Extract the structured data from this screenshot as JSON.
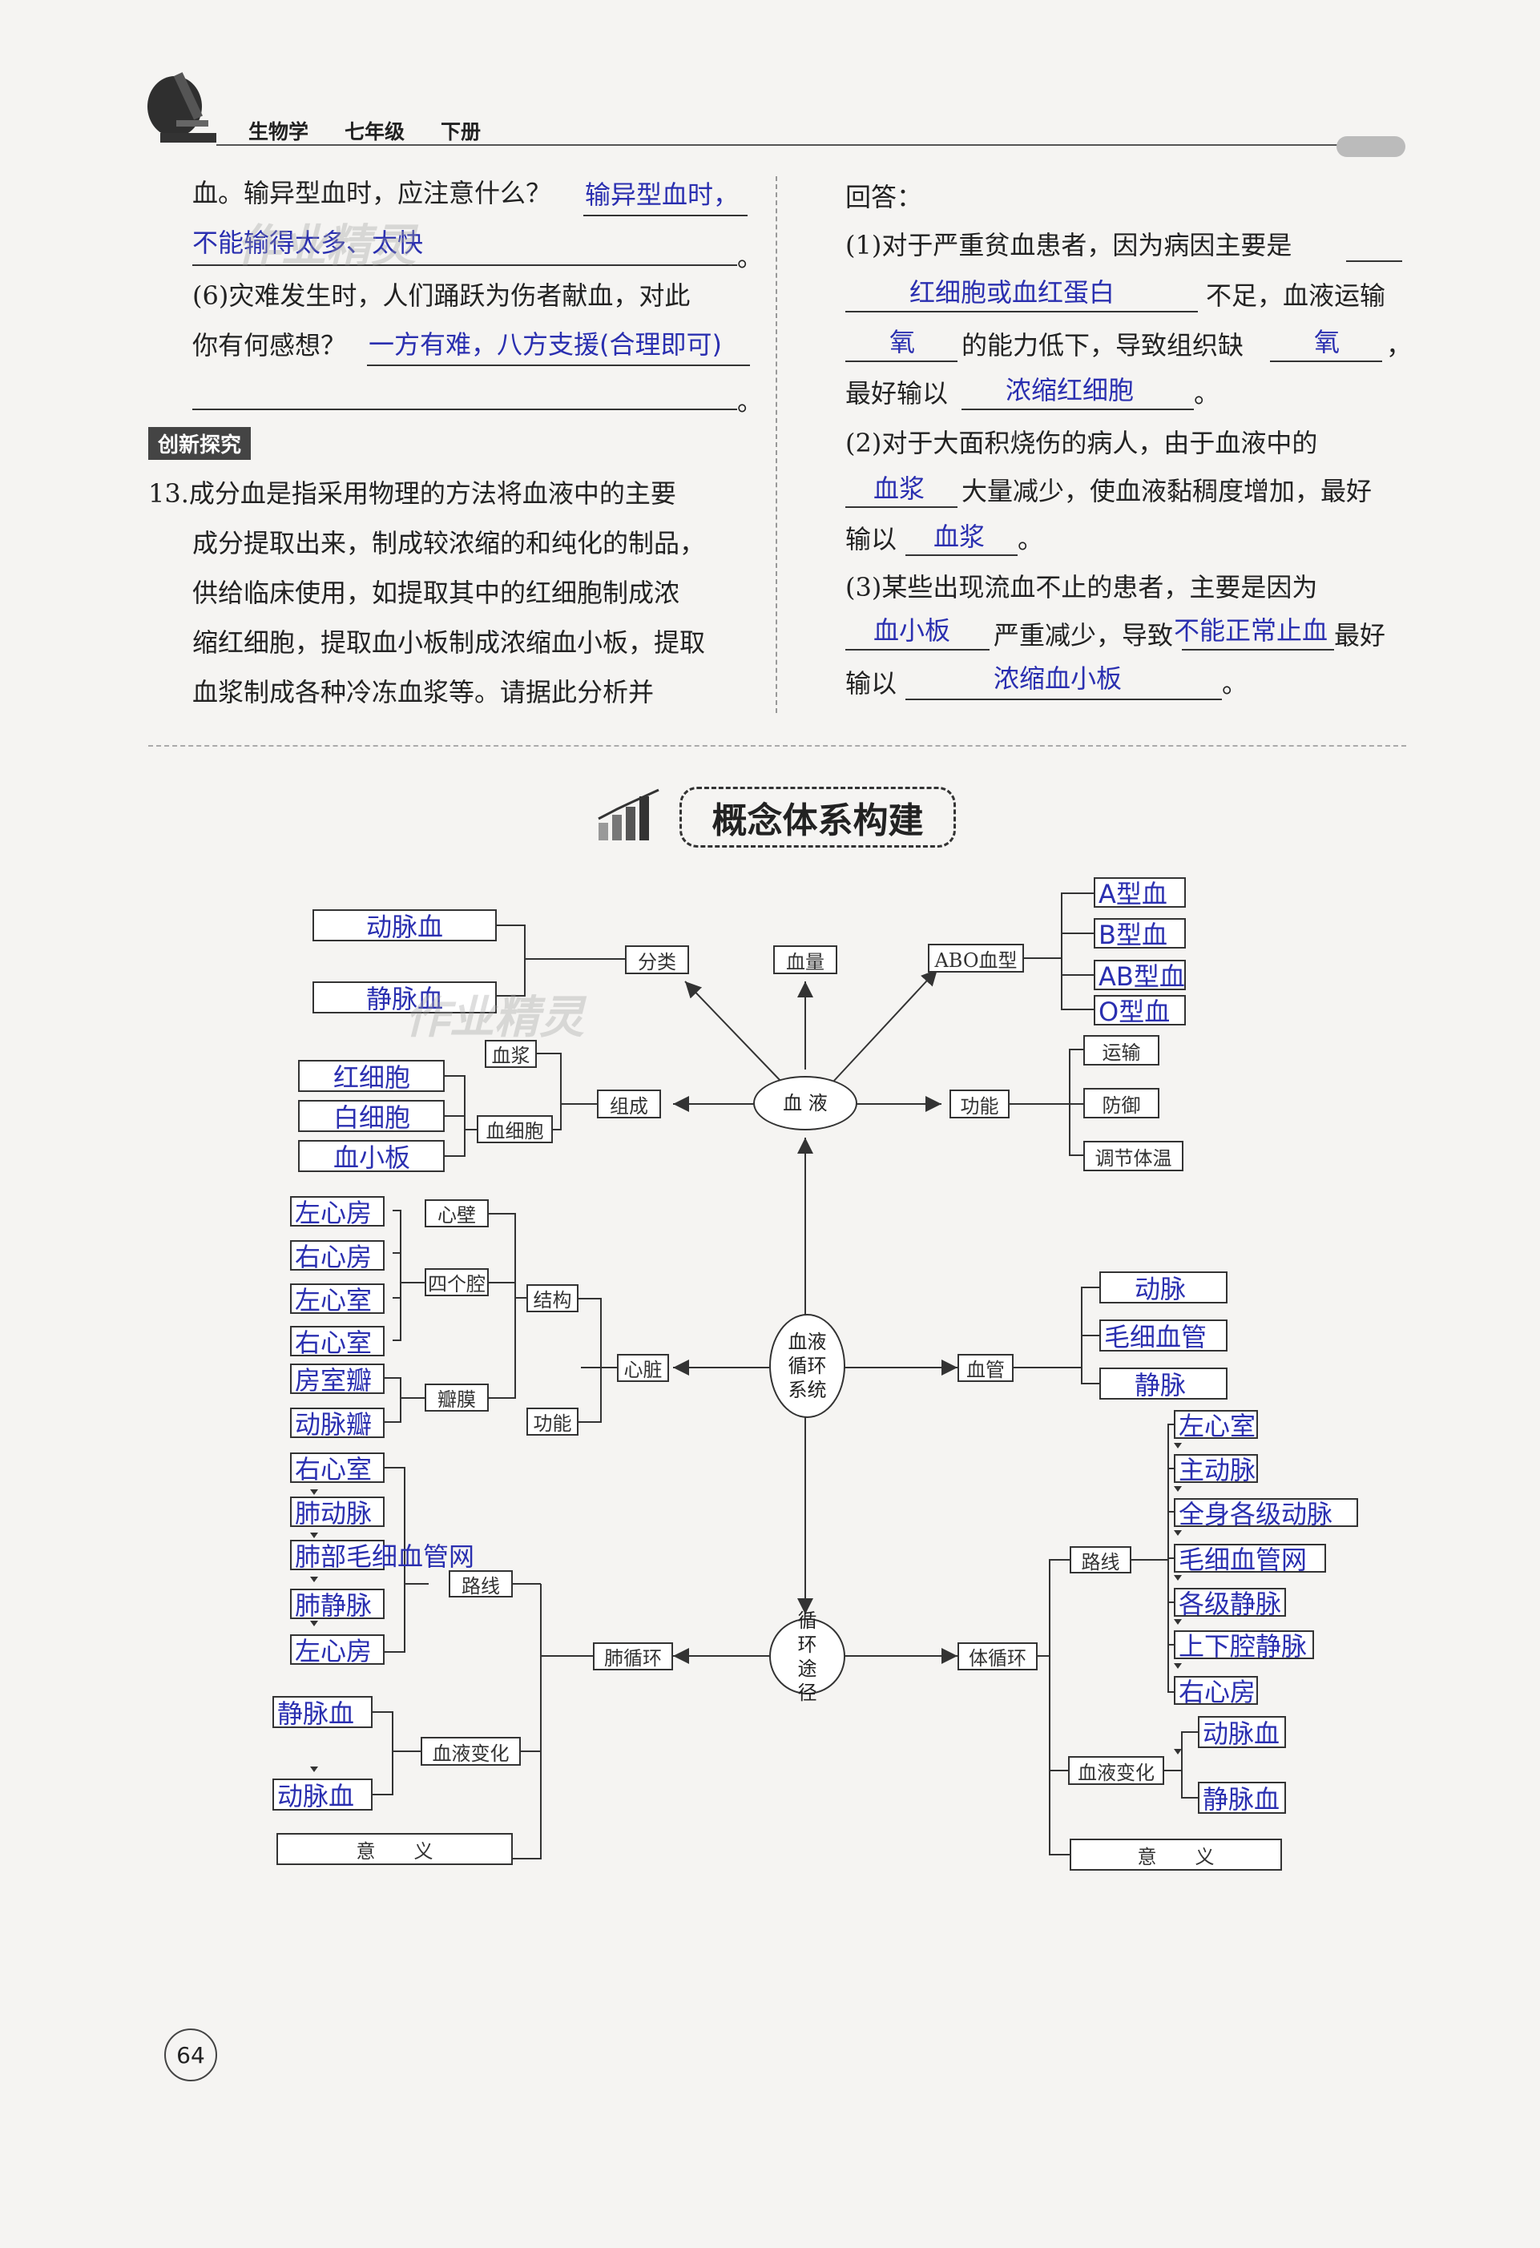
{
  "header": {
    "subject": "生物学",
    "grade": "七年级",
    "volume": "下册"
  },
  "left_column": {
    "line1": "血。输异型血时，应注意什么？",
    "ans1a": "输异型血时，",
    "ans1b": "不能输得太多、太快",
    "line3": "(6)灾难发生时，人们踊跃为伤者献血，对此",
    "line4": "你有何感想？",
    "ans2": "一方有难，八方支援(合理即可)",
    "tag": "创新探究",
    "q13": [
      "13.成分血是指采用物理的方法将血液中的主要",
      "成分提取出来，制成较浓缩的和纯化的制品，",
      "供给临床使用，如提取其中的红细胞制成浓",
      "缩红细胞，提取血小板制成浓缩血小板，提取",
      "血浆制成各种冷冻血浆等。请据此分析并"
    ]
  },
  "right_column": {
    "r1": "回答：",
    "r2": "(1)对于严重贫血患者，因为病因主要是",
    "a1": "红细胞或血红蛋白",
    "r3": "不足，血液运输",
    "a2": "氧",
    "r4": "的能力低下，导致组织缺",
    "a3": "氧",
    "r5": "最好输以",
    "a4": "浓缩红细胞",
    "r6": "(2)对于大面积烧伤的病人，由于血液中的",
    "a5": "血浆",
    "r7": "大量减少，使血液黏稠度增加，最好",
    "r8": "输以",
    "a6": "血浆",
    "r9": "(3)某些出现流血不止的患者，主要是因为",
    "a7": "血小板",
    "r10": "严重减少，导致",
    "a8": "不能正常止血",
    "r11": "最好",
    "r12": "输以",
    "a9": "浓缩血小板"
  },
  "section_title": "概念体系构建",
  "diagram": {
    "center_blood": "血 液",
    "center_system": "血液循环系统",
    "center_route": "循环途径",
    "classify": "分类",
    "volume": "血量",
    "abo": "ABO血型",
    "composition": "组成",
    "function": "功能",
    "plasma": "血浆",
    "blood_cells": "血细胞",
    "transport": "运输",
    "defense": "防御",
    "temp": "调节体温",
    "heart": "心脏",
    "structure": "结构",
    "heart_function": "功能",
    "heart_wall": "心壁",
    "four_chambers": "四个腔",
    "valves": "瓣膜",
    "vessels": "血管",
    "pulmonary": "肺循环",
    "systemic": "体循环",
    "route": "路线",
    "blood_change": "血液变化",
    "meaning": "意　　义",
    "ans_classify": [
      "动脉血",
      "静脉血"
    ],
    "ans_abo": [
      "A型血",
      "B型血",
      "AB型血",
      "O型血"
    ],
    "ans_cells": [
      "红细胞",
      "白细胞",
      "血小板"
    ],
    "ans_chambers": [
      "左心房",
      "右心房",
      "左心室",
      "右心室"
    ],
    "ans_valves": [
      "房室瓣",
      "动脉瓣"
    ],
    "ans_vessels": [
      "动脉",
      "毛细血管",
      "静脉"
    ],
    "ans_pulm_route": [
      "右心室",
      "肺动脉",
      "肺部毛细血管网",
      "肺静脉",
      "左心房"
    ],
    "ans_pulm_change": [
      "静脉血",
      "动脉血"
    ],
    "ans_sys_route": [
      "左心室",
      "主动脉",
      "全身各级动脉",
      "毛细血管网",
      "各级静脉",
      "上下腔静脉",
      "右心房"
    ],
    "ans_sys_change": [
      "动脉血",
      "静脉血"
    ]
  },
  "page_number": "64",
  "watermark": "作业精灵"
}
